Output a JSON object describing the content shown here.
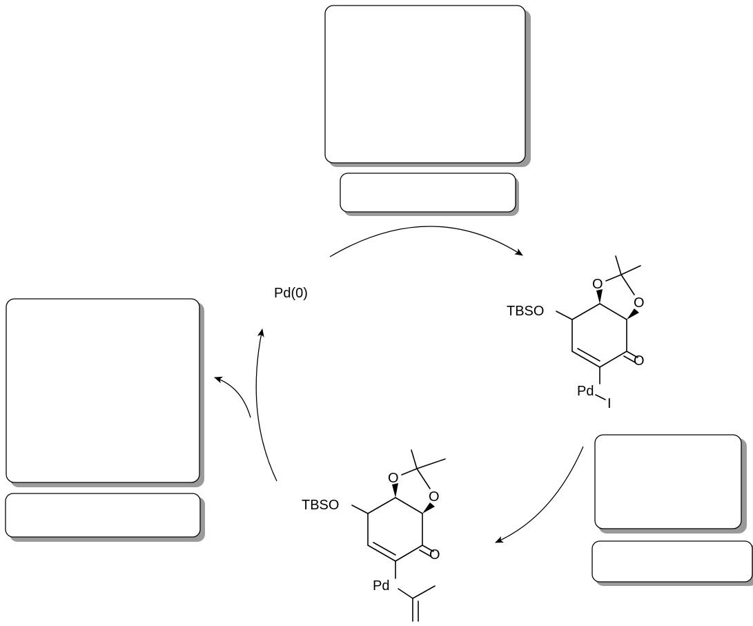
{
  "catalyst": {
    "label": "Pd(0)"
  },
  "intermediate_top": {
    "tbso": "TBSO",
    "o1": "O",
    "o2": "O",
    "ketone_o": "O",
    "pd": "Pd",
    "iodide": "I"
  },
  "intermediate_bottom": {
    "tbso": "TBSO",
    "o1": "O",
    "o2": "O",
    "ketone_o": "O",
    "pd": "Pd"
  },
  "placeholders": {
    "count": 6,
    "contents": "empty"
  }
}
